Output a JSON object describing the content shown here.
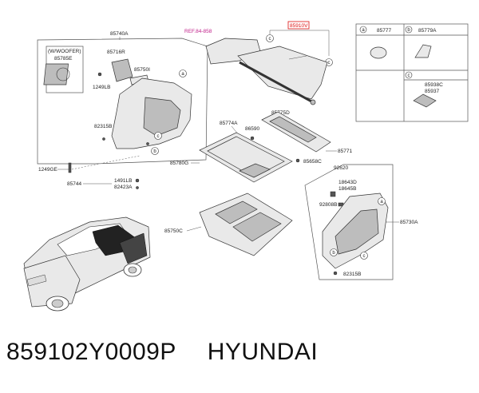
{
  "caption": {
    "part_number": "859102Y0009P",
    "brand": "HYUNDAI"
  },
  "labels": {
    "ref": "REF.84-858",
    "highlight": "85910V",
    "woofer": "(W/WOOFER)",
    "p85740A": "85740A",
    "p85785E": "85785E",
    "p85716R": "85716R",
    "p85750I": "85750I",
    "p1249LB": "1249LB",
    "p82315B_l": "82315B",
    "p1249GE": "1249GE",
    "p1491LB": "1491LB",
    "p82423A": "82423A",
    "p85744": "85744",
    "p85774A": "85774A",
    "p86590": "86590",
    "p85775D": "85775D",
    "p85771": "85771",
    "p85658C": "85658C",
    "p85780G": "85780G",
    "p85750C": "85750C",
    "p92620": "92620",
    "p18643D": "18643D",
    "p18645B": "18645B",
    "p92808B": "92808B",
    "p85730A": "85730A",
    "p82315B_r": "82315B",
    "key_a": "85777",
    "key_b": "85779A",
    "key_c1": "85938C",
    "key_c2": "85937"
  },
  "callouts": {
    "a": "a",
    "b": "b",
    "c": "c"
  }
}
